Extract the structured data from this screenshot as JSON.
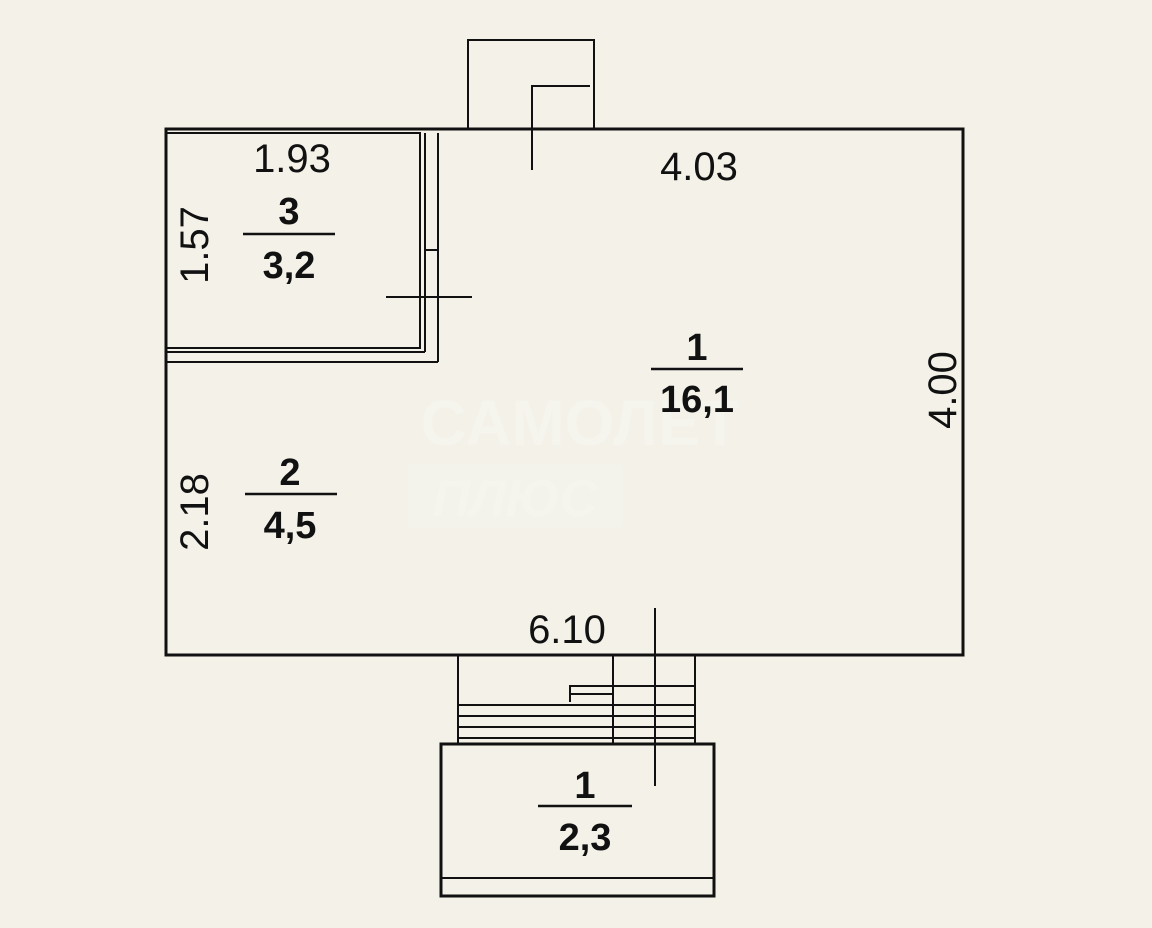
{
  "dimensions": {
    "room3_width": "1.93",
    "room3_height": "1.57",
    "room1_width": "4.03",
    "room1_height": "4.00",
    "room2_height": "2.18",
    "total_width": "6.10"
  },
  "rooms": [
    {
      "number": "1",
      "area": "16,1"
    },
    {
      "number": "2",
      "area": "4,5"
    },
    {
      "number": "3",
      "area": "3,2"
    },
    {
      "number": "1",
      "area": "2,3"
    }
  ],
  "watermark": {
    "line1": "САМОЛЕТ",
    "line2": "ПЛЮС"
  }
}
